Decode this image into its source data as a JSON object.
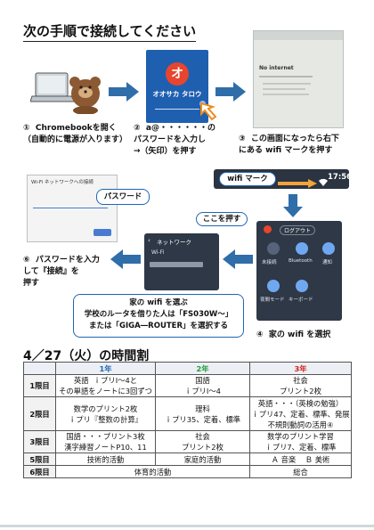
{
  "page_title": "次の手順で接続してください",
  "steps": {
    "s1": "①  Chromebookを開く\n（自動的に電源が入ります）",
    "s2": "②  a@・・・・・・の\nパスワードを入力し\n→（矢印）を押す",
    "s3": "③  この画面になったら右下\nにある wifi マークを押す",
    "s4": "④  家の wifi を選択",
    "s6": "⑥  パスワードを入力\nして『接続』を\n押す"
  },
  "login": {
    "avatar_letter": "オ",
    "user_name": "オオサカ タロウ"
  },
  "no_internet": "No internet",
  "wifi_bar": {
    "label": "wifi マーク",
    "time": "17:56"
  },
  "callouts": {
    "koko": "ここを押す",
    "password": "パスワード",
    "select": "家の wifi を選ぶ\n学校のルータを借りた人は「FS030W～」\nまたは「GIGA―ROUTER」を選択する"
  },
  "net_panel": {
    "header": "ネットワーク",
    "wifi": "Wi-Fi",
    "logout": "ログアウト",
    "tiles": [
      "未接続",
      "Bluetooth",
      "通知",
      "夜間モード",
      "キーボード"
    ]
  },
  "pw_dialog": {
    "title": "Wi-Fi ネットワークへの接続",
    "field": "パスワード"
  },
  "schedule_title": "4／27（火）の時間割",
  "schedule": {
    "headers": [
      "",
      "1年",
      "2年",
      "3年"
    ],
    "header_colors": [
      "#111111",
      "#1f66b5",
      "#1e9a3a",
      "#d11f1f"
    ],
    "rows": [
      {
        "period": "1限目",
        "y1": "英語  ｉプリⅠ～4と\nその単語をノートに3回ずつ",
        "y2": "国語\nｉプリⅠ～4",
        "y3": "社会\nプリント2枚"
      },
      {
        "period": "2限目",
        "y1": "数学のプリント2枚\nｉプリ『整数の計算』",
        "y2": "理科\nｉプリ35、定着、標準",
        "y3": "英語・・・（英検の勉強）\nｉプリ47、定着、標準、発展\n不規則動詞の活用④"
      },
      {
        "period": "3限目",
        "y1": "国語・・・プリント3枚\n漢字練習ノートP10、11",
        "y2": "社会\nプリント2枚",
        "y3": "数学のプリント学習\nｉプリ7、定着、標準"
      },
      {
        "period": "5限目",
        "y1": "技術的活動",
        "y2": "家庭的活動",
        "y3": "Ａ 音楽    Ｂ 美術"
      },
      {
        "period": "6限目",
        "y12": "体育的活動",
        "y3": "総合"
      }
    ]
  }
}
